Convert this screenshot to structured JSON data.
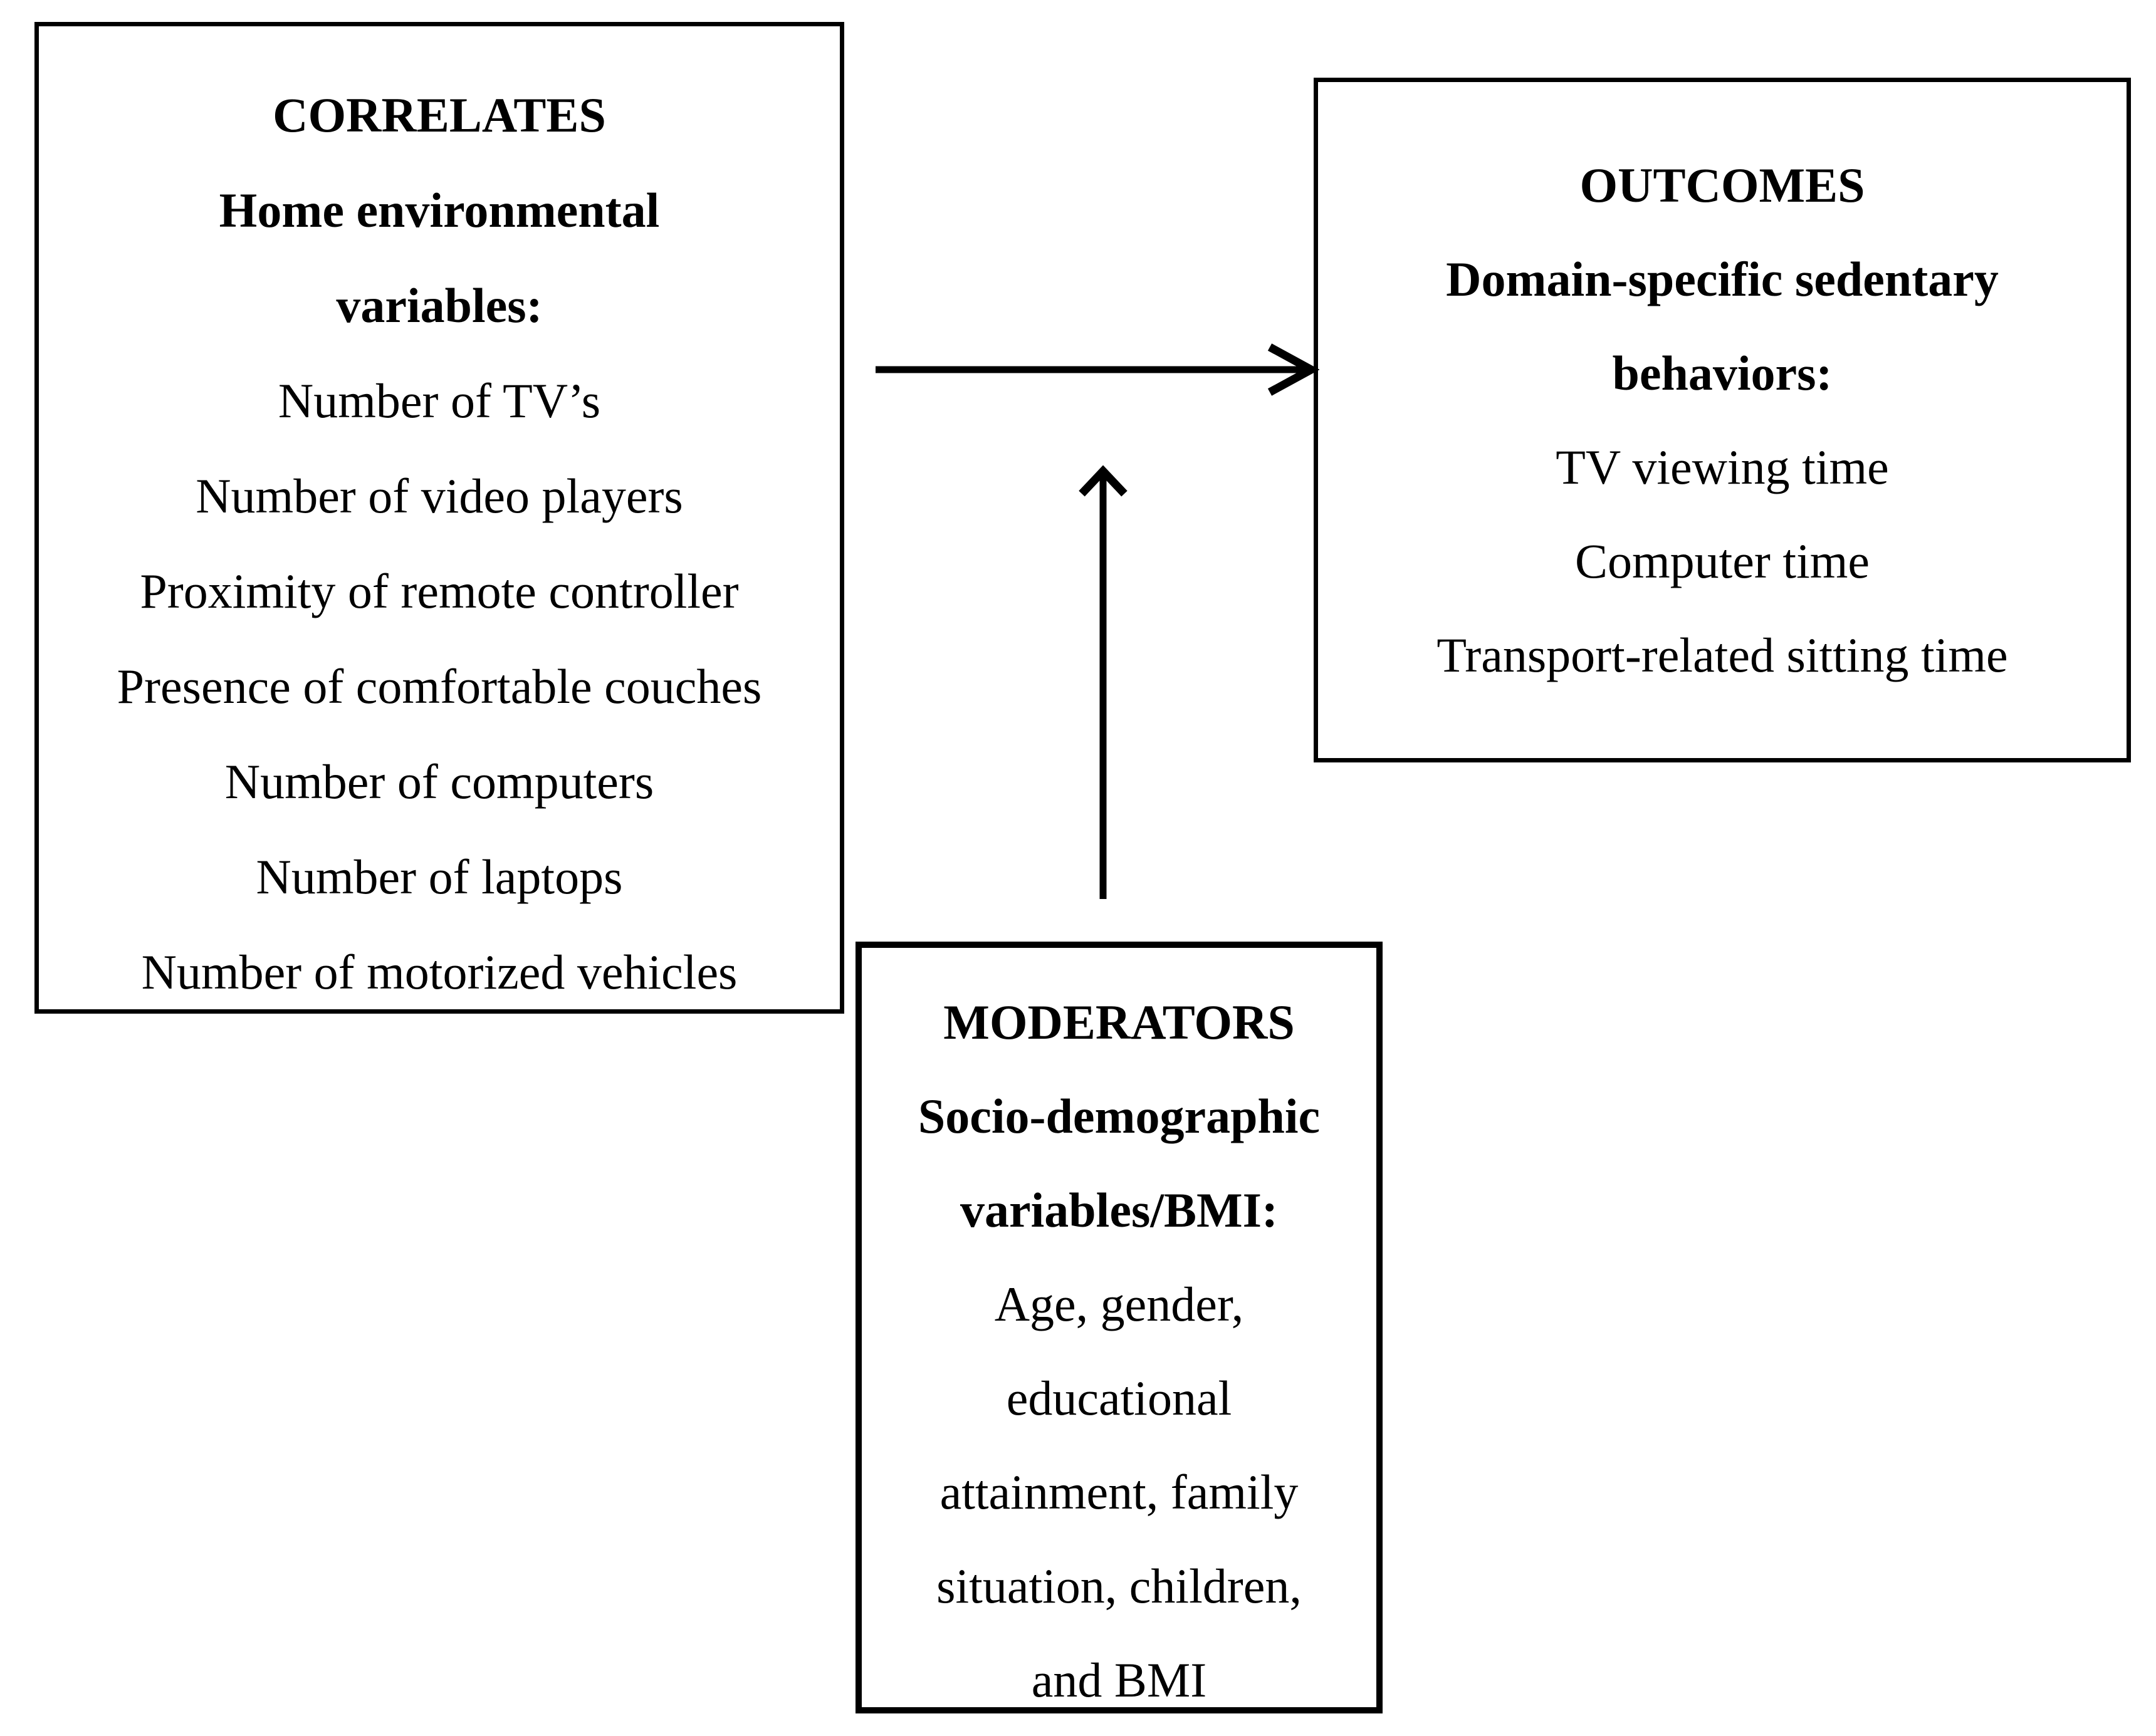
{
  "page": {
    "background_color": "#ffffff",
    "text_color": "#000000"
  },
  "boxes": {
    "correlates": {
      "title": "CORRELATES",
      "subtitle_lines": [
        "Home environmental",
        "variables:"
      ],
      "items": [
        "Number of TV’s",
        "Number of video players",
        "Proximity of remote controller",
        "Presence of comfortable couches",
        "Number of computers",
        "Number of laptops",
        "Number of motorized vehicles"
      ]
    },
    "outcomes": {
      "title": "OUTCOMES",
      "subtitle_lines": [
        "Domain-specific sedentary",
        "behaviors:"
      ],
      "items": [
        "TV viewing time",
        "Computer time",
        "Transport-related sitting time"
      ]
    },
    "moderators": {
      "title": "MODERATORS",
      "subtitle_lines": [
        "Socio-demographic",
        "variables/BMI:"
      ],
      "items": [
        "Age, gender,",
        "educational",
        "attainment, family",
        "situation, children,",
        "and BMI"
      ]
    }
  },
  "arrows": [
    {
      "name": "correlates-to-outcomes",
      "direction": "right",
      "color": "#000000"
    },
    {
      "name": "moderators-to-pathway",
      "direction": "up",
      "color": "#000000"
    }
  ]
}
